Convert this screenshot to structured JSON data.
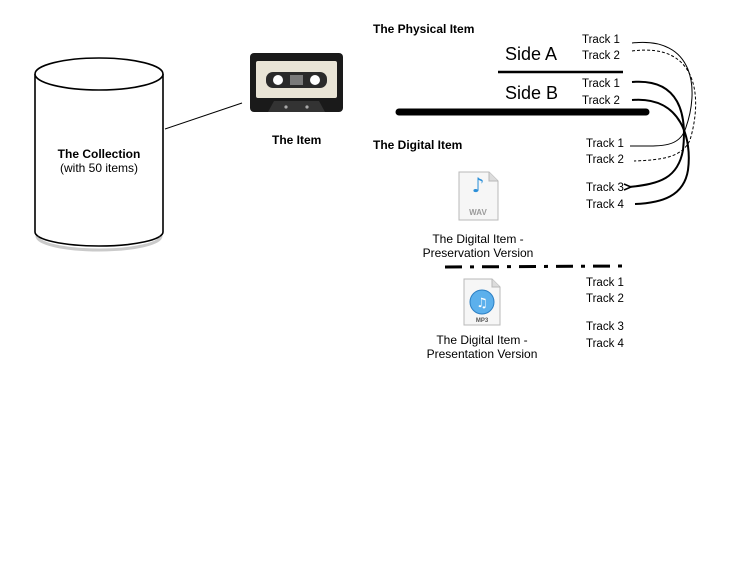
{
  "collection": {
    "title": "The Collection",
    "subtitle": "(with 50 items)"
  },
  "item": {
    "label": "The Item"
  },
  "physical": {
    "heading": "The Physical Item",
    "side_a": {
      "label": "Side A",
      "tracks": [
        "Track 1",
        "Track 2"
      ]
    },
    "side_b": {
      "label": "Side B",
      "tracks": [
        "Track 1",
        "Track 2"
      ]
    }
  },
  "digital": {
    "heading": "The Digital Item",
    "tracks": [
      "Track 1",
      "Track 2",
      "Track 3",
      "Track 4"
    ],
    "preservation": {
      "icon": "wav-file-icon",
      "icon_text": "WAV",
      "line1": "The Digital Item -",
      "line2": "Preservation Version"
    },
    "presentation": {
      "icon": "mp3-file-icon",
      "icon_text": "MP3",
      "line1": "The Digital Item -",
      "line2": "Presentation Version",
      "tracks": [
        "Track 1",
        "Track 2",
        "Track 3",
        "Track 4"
      ]
    }
  }
}
